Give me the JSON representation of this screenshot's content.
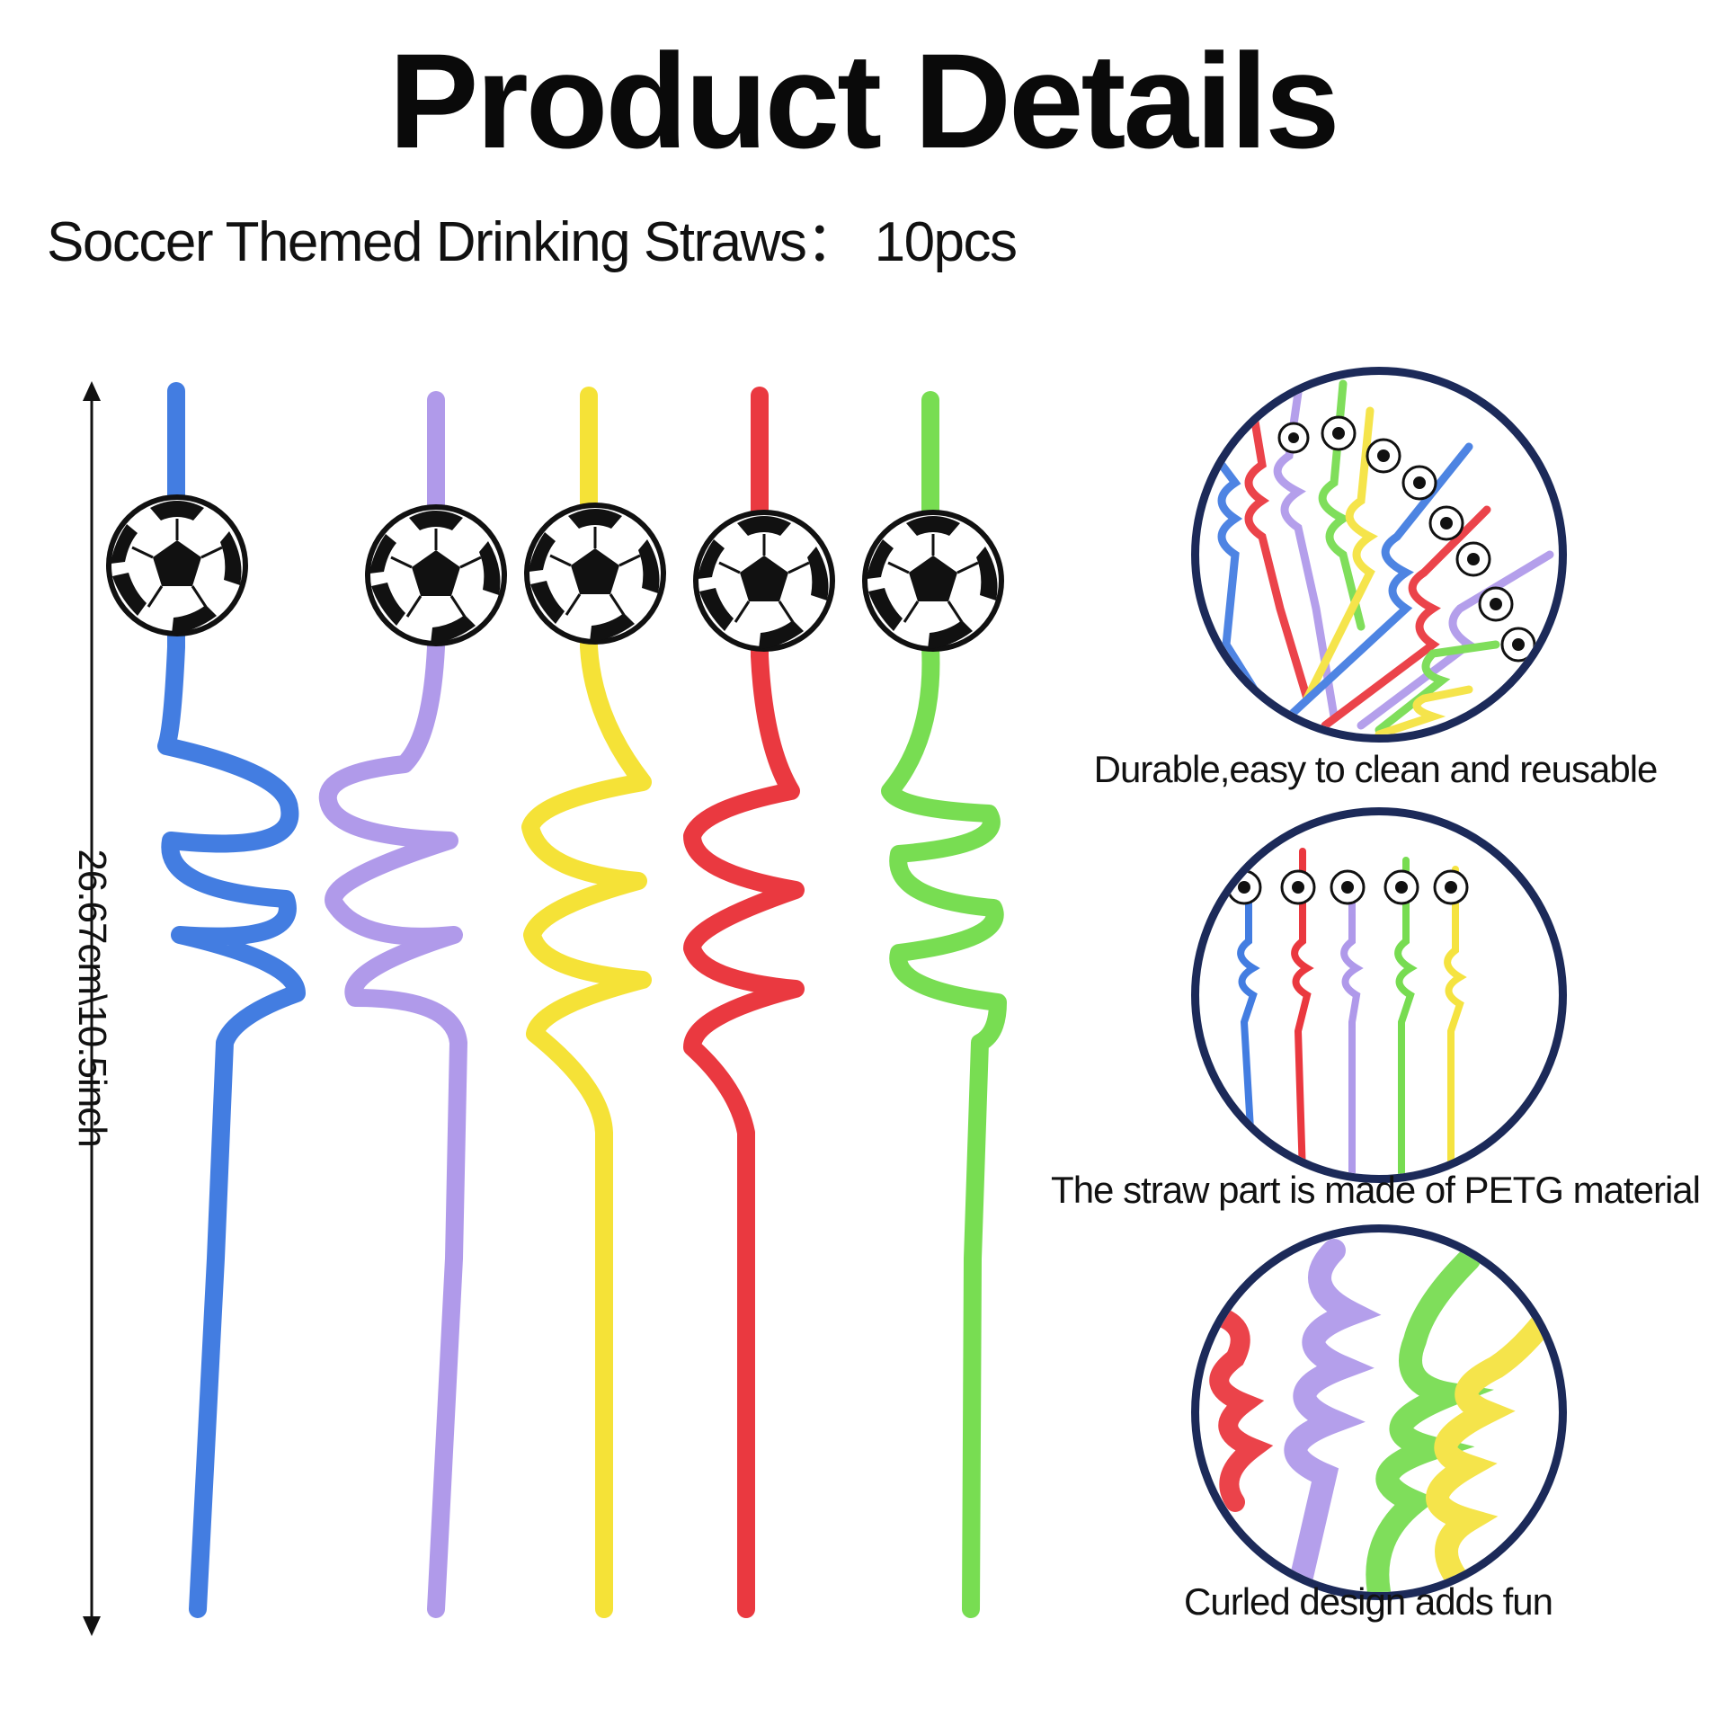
{
  "header": {
    "title": "Product Details",
    "subtitle": "Soccer Themed Drinking Straws：  10pcs"
  },
  "dimension": {
    "label": "26.67cm\\10.5inch"
  },
  "straws": {
    "colors": [
      "#2f6fde",
      "#a78fe8",
      "#f4e02c",
      "#e8232b",
      "#69d93f"
    ]
  },
  "features": [
    {
      "caption": "Durable,easy to clean and reusable"
    },
    {
      "caption": "The straw part is made of PETG material"
    },
    {
      "caption": "Curled design adds fun"
    }
  ],
  "colors": {
    "circle_border": "#1c2a59",
    "ball_black": "#111111",
    "ball_white": "#ffffff"
  }
}
